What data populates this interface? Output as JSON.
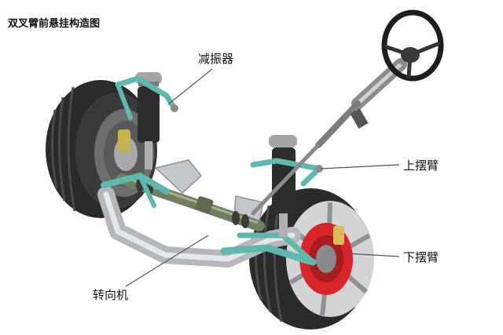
{
  "title": "双叉臂前悬挂构造图",
  "labels": {
    "shock_absorber": "减振器",
    "upper_arm": "上摆臂",
    "lower_arm": "下摆臂",
    "steering_gear": "转向机"
  },
  "colors": {
    "arm": "#5fb8ad",
    "brake": "#d8262a",
    "tire": "#2b2b2b",
    "leader_line": "#555555"
  }
}
